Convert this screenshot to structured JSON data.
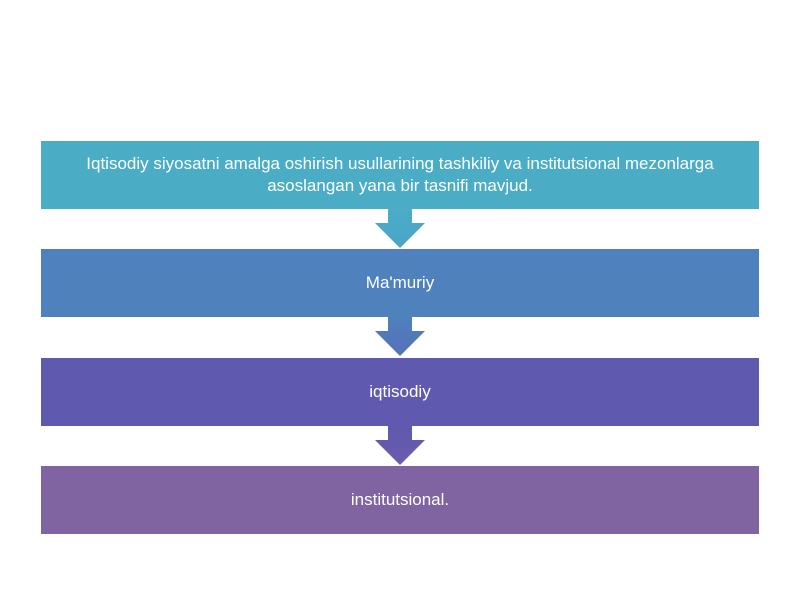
{
  "steps": [
    {
      "text": "Iqtisodiy siyosatni amalga oshirish usullarining tashkiliy va institutsional mezonlarga asoslangan yana bir tasnifi mavjud.",
      "color": "#4bacc6"
    },
    {
      "text": "Ma'muriy",
      "color": "#4f81bd"
    },
    {
      "text": "iqtisodiy",
      "color": "#5f5aaf"
    },
    {
      "text": "institutsional.",
      "color": "#8064a2"
    }
  ],
  "connectors": [
    {
      "color_top": "#4bacc6",
      "color_bottom": "#4aa5c9"
    },
    {
      "color_top": "#4f81bd",
      "color_bottom": "#5670b8"
    },
    {
      "color_top": "#5f5aaf",
      "color_bottom": "#6a5bab"
    }
  ]
}
